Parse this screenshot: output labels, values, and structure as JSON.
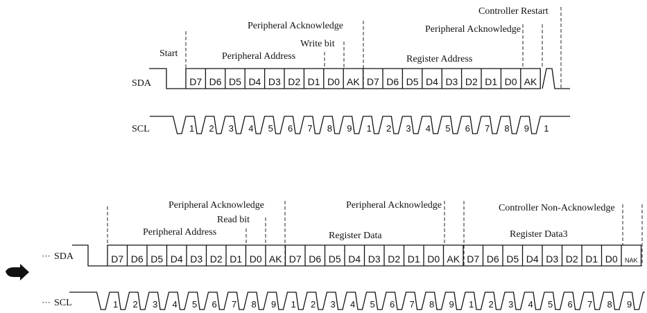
{
  "row1": {
    "annotations": {
      "start": "Start",
      "peripheral_address": "Peripheral Address",
      "write_bit": "Write bit",
      "peripheral_ack_1": "Peripheral Acknowledge",
      "register_address": "Register Address",
      "peripheral_ack_2": "Peripheral Acknowledge",
      "controller_restart": "Controller Restart"
    },
    "sda_label": "SDA",
    "scl_label": "SCL",
    "sda_cells": [
      "D7",
      "D6",
      "D5",
      "D4",
      "D3",
      "D2",
      "D1",
      "D0",
      "AK",
      "D7",
      "D6",
      "D5",
      "D4",
      "D3",
      "D2",
      "D1",
      "D0",
      "AK"
    ],
    "scl_pulses": [
      "1",
      "2",
      "3",
      "4",
      "5",
      "6",
      "7",
      "8",
      "9",
      "1",
      "2",
      "3",
      "4",
      "5",
      "6",
      "7",
      "8",
      "9",
      "1"
    ]
  },
  "row2": {
    "annotations": {
      "peripheral_ack_1": "Peripheral Acknowledge",
      "read_bit": "Read bit",
      "peripheral_address": "Peripheral Address",
      "register_data": "Register Data",
      "peripheral_ack_2": "Peripheral Acknowledge",
      "controller_nak": "Controller Non-Acknowledge",
      "register_data3": "Register Data3"
    },
    "sda_label": "SDA",
    "scl_label": "SCL",
    "ellipsis": "···",
    "sda_cells": [
      "D7",
      "D6",
      "D5",
      "D4",
      "D3",
      "D2",
      "D1",
      "D0",
      "AK",
      "D7",
      "D6",
      "D5",
      "D4",
      "D3",
      "D2",
      "D1",
      "D0",
      "AK",
      "D7",
      "D6",
      "D5",
      "D4",
      "D3",
      "D2",
      "D1",
      "D0",
      "NAK"
    ],
    "scl_pulses": [
      "1",
      "2",
      "3",
      "4",
      "5",
      "6",
      "7",
      "8",
      "9",
      "1",
      "2",
      "3",
      "4",
      "5",
      "6",
      "7",
      "8",
      "9",
      "1",
      "2",
      "3",
      "4",
      "5",
      "6",
      "7",
      "8",
      "9",
      ""
    ]
  },
  "continuation_arrow_icon": "right-arrow-icon"
}
